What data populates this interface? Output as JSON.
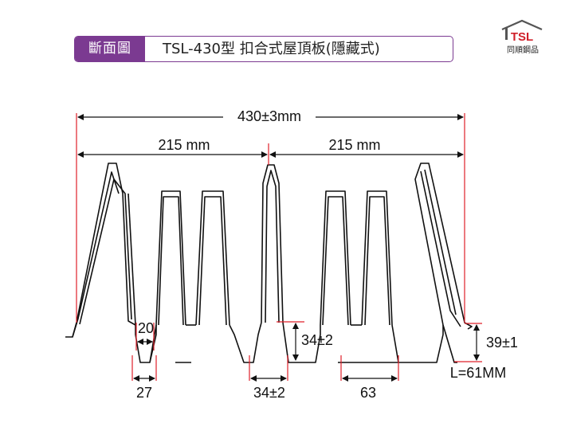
{
  "header": {
    "badge": "斷面圖",
    "title": "TSL-430型 扣合式屋頂板(隱藏式)"
  },
  "logo": {
    "mark_text": "TSL",
    "brand_name": "同順鋼品",
    "colors": {
      "roof": "#555555",
      "t": "#d0202a",
      "s": "#e89a1a",
      "l": "#e0b020"
    }
  },
  "dimensions": {
    "overall_width": "430±3mm",
    "half_left": "215 mm",
    "half_right": "215 mm",
    "rib_top": "20",
    "rib_height": "34±2",
    "rib_bottom_left": "27",
    "rib_bottom_center": "34±2",
    "rib_bottom_right": "63",
    "total_height": "39±1",
    "length_note": "L=61MM"
  },
  "colors": {
    "accent": "#7b3a91",
    "dimension_red": "#e0202a",
    "outline": "#111111"
  }
}
